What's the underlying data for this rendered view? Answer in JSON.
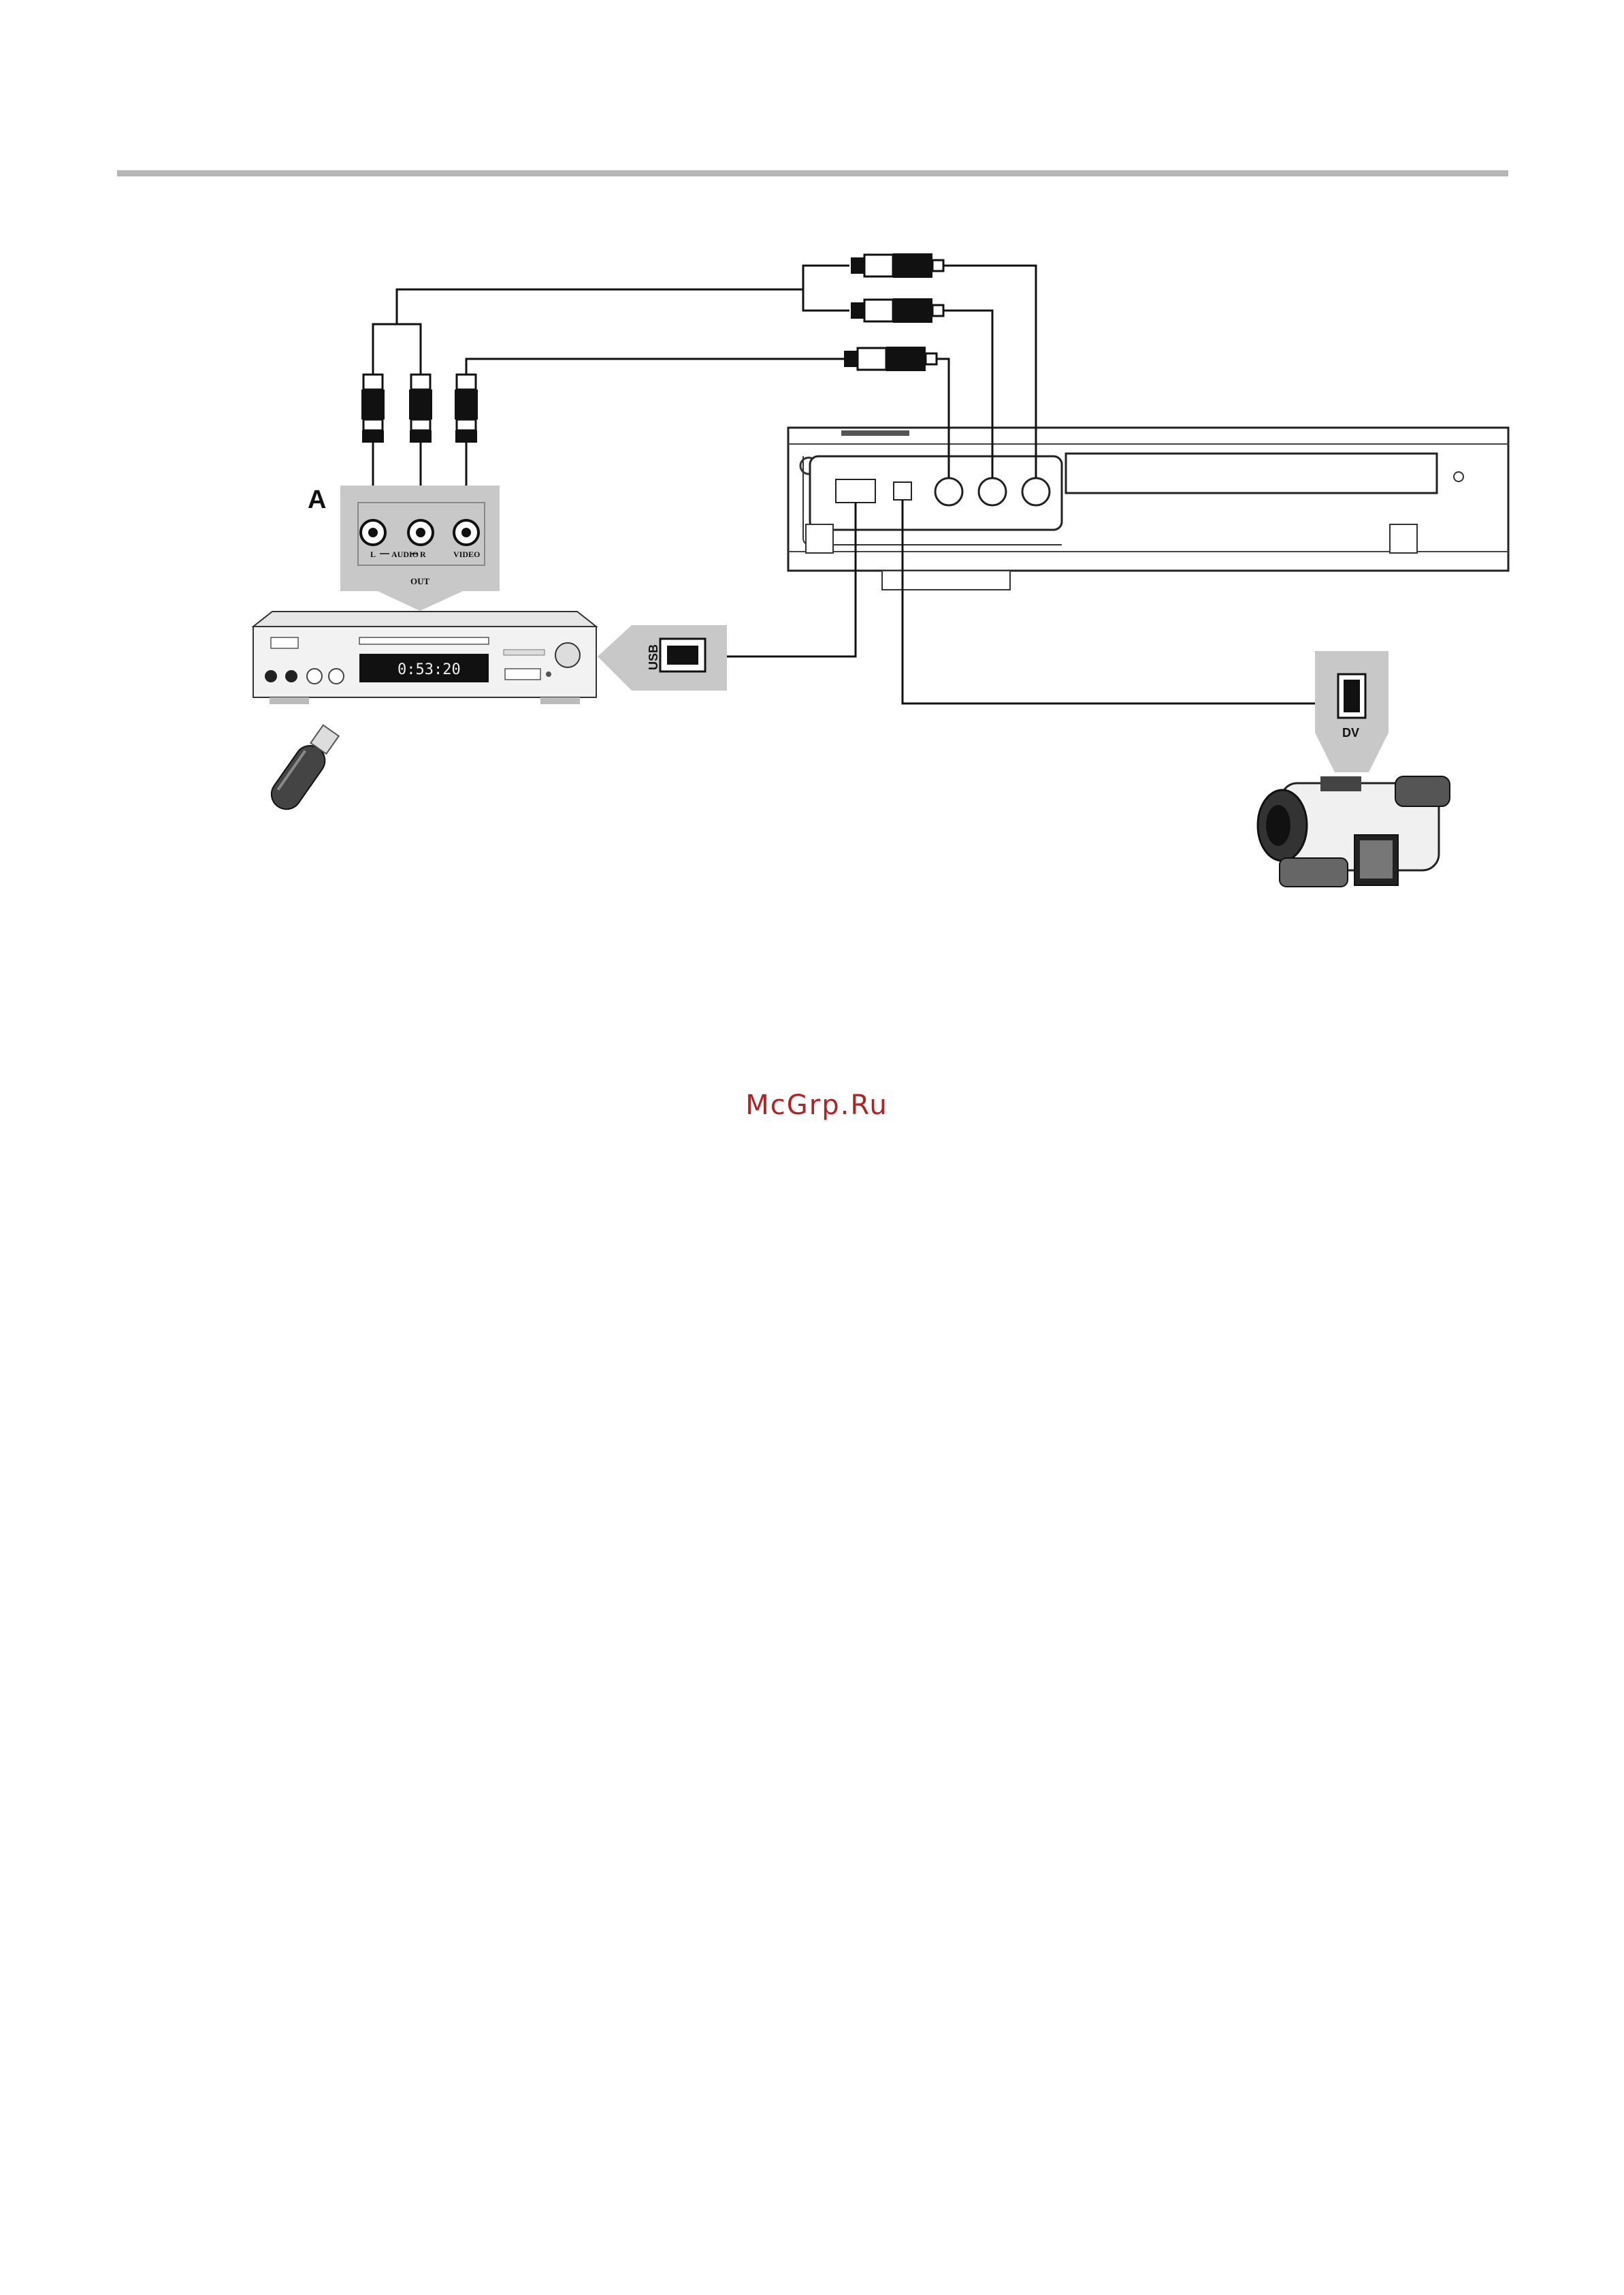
{
  "diagram": {
    "label_a": "A",
    "source_jacks": {
      "audio_left": "L",
      "audio": "AUDIO",
      "audio_right": "R",
      "video": "VIDEO",
      "out": "OUT"
    },
    "usb_label": "USB",
    "dv_label": "DV",
    "player_display": "0:53:20"
  },
  "watermark": "McGrp.Ru",
  "colors": {
    "line": "#111111",
    "panel": "#c8c8c8",
    "rule": "#b4b4b4",
    "watermark": "#b22222"
  }
}
